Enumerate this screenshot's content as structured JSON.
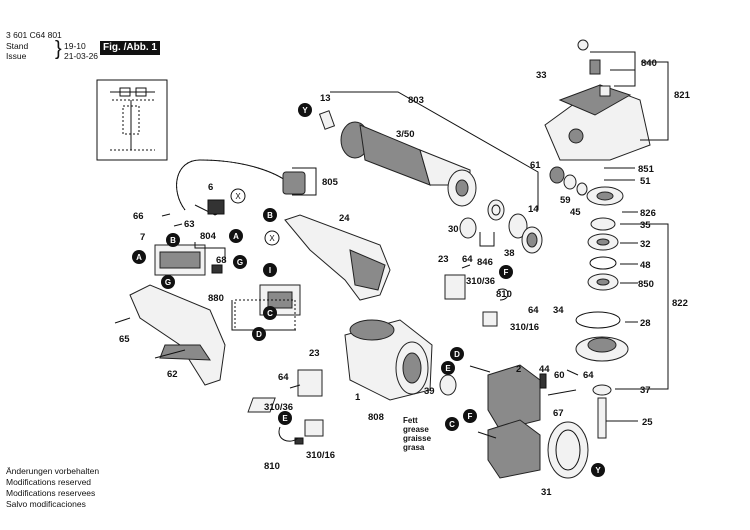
{
  "header": {
    "doc_number": "3 601 C64 801",
    "stand_label": "Stand",
    "stand_value": "19-10",
    "issue_label": "Issue",
    "issue_value": "21-03-26",
    "figure_label": "Fig. /Abb. 1"
  },
  "notes": [
    "Änderungen vorbehalten",
    "Modifications reserved",
    "Modifications reservees",
    "Salvo modificaciones"
  ],
  "grease_note": [
    "Fett",
    "grease",
    "graisse",
    "grasa"
  ],
  "part_numbers": [
    "803",
    "805",
    "840",
    "821",
    "822",
    "826",
    "851",
    "51",
    "33",
    "61",
    "59",
    "45",
    "13",
    "3/50",
    "14",
    "30",
    "846",
    "38",
    "6",
    "66",
    "63",
    "7",
    "804",
    "24",
    "68",
    "65",
    "62",
    "880",
    "23",
    "64",
    "310/36",
    "810",
    "310/16",
    "1",
    "808",
    "39",
    "2",
    "44",
    "60",
    "67",
    "25",
    "34",
    "28",
    "850",
    "48",
    "32",
    "35",
    "37",
    "31",
    "23",
    "64",
    "310/36",
    "810",
    "310/16",
    "64",
    "64"
  ],
  "callouts": {
    "A": "A",
    "B": "B",
    "C": "C",
    "D": "D",
    "E": "E",
    "F": "F",
    "G": "G",
    "I": "I",
    "X": "X",
    "Y": "Y"
  },
  "colors": {
    "ink": "#111111",
    "part_fill": "#f2f2f2",
    "dark_fill": "#8a8a8a"
  }
}
